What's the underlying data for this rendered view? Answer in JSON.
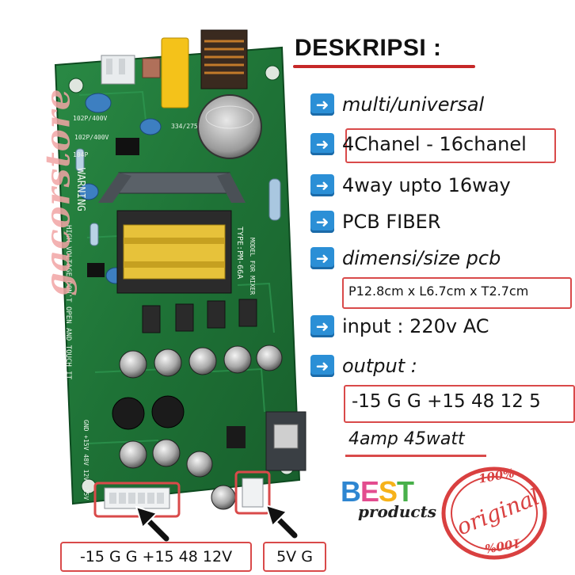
{
  "watermark": "gacorstore",
  "heading": "DESKRIPSI :",
  "specs": [
    {
      "icon": "arrow-right-icon",
      "text": "multi/universal"
    },
    {
      "icon": "arrow-right-icon",
      "text": "4Chanel - 16chanel"
    },
    {
      "icon": "arrow-right-icon",
      "text": "4way upto 16way"
    },
    {
      "icon": "arrow-right-icon",
      "text": "PCB FIBER"
    },
    {
      "icon": "arrow-right-icon",
      "text": "dimensi/size pcb"
    },
    {
      "icon": "arrow-right-icon",
      "text": "input : 220v AC"
    },
    {
      "icon": "arrow-right-icon",
      "text": "output :"
    }
  ],
  "size_value": "P12.8cm x L6.7cm x T2.7cm",
  "output_value": "-15 G G +15 48 12 5",
  "power_value": "4amp 45watt",
  "connector_labels": {
    "left": "-15 G G +15 48 12V",
    "right": "5V G"
  },
  "brand": {
    "best_letters": [
      "B",
      "E",
      "S",
      "T"
    ],
    "products": "products"
  },
  "seal": {
    "top": "100%",
    "middle": "original",
    "bottom": "100%"
  },
  "board_silkscreen": {
    "warning": "WARNING",
    "warning_detail": "HIGH VOLTAGE DON'T OPEN AND TOUCH IT",
    "type": "TYPE:PM-66A",
    "model": "MODEL FOR MIXER",
    "cap_1": "102P/400V",
    "cap_2": "102P/400V",
    "cap_3": "104P",
    "res": "334/275",
    "rails": "GND +15V 48V 12V -15V"
  },
  "colors": {
    "pcb_green": "#1f7a3a",
    "accent_red": "#d94a4a",
    "arrow_blue": "#2b8fd6"
  }
}
